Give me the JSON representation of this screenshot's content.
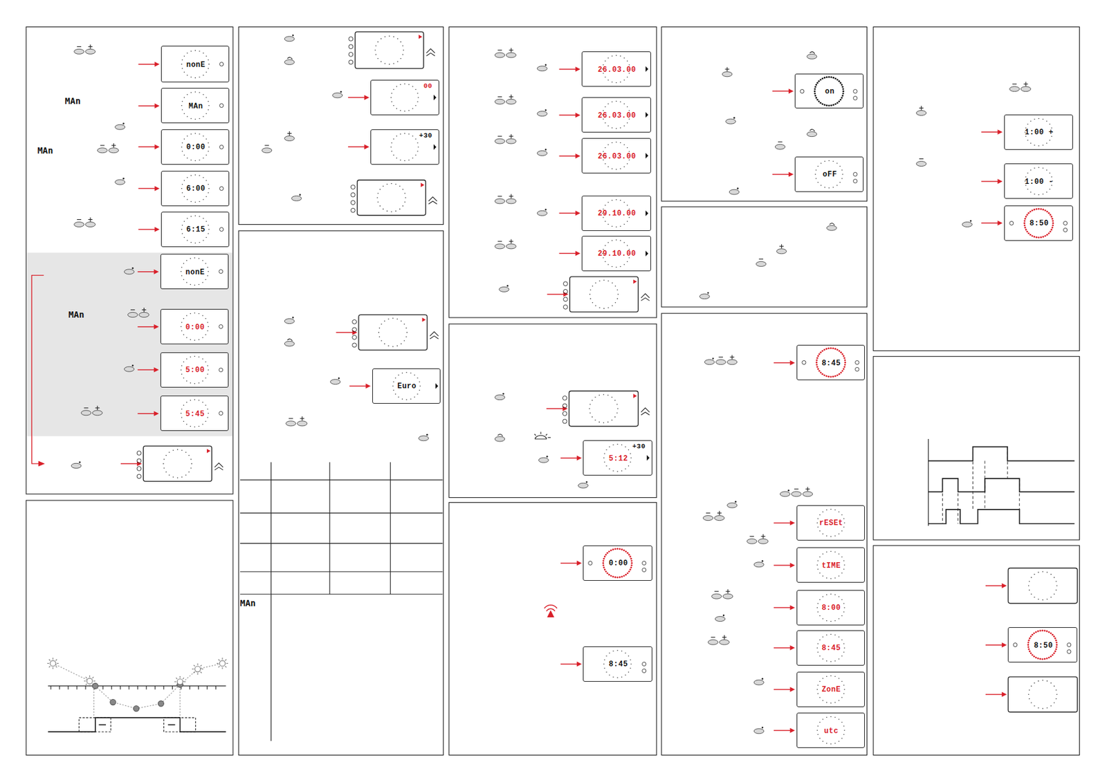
{
  "diagram": {
    "nodes": [
      {
        "text": [
          "nonE"
        ]
      },
      {
        "text": [
          "MAn"
        ]
      },
      {
        "text": [
          "0:00"
        ]
      },
      {
        "text": [
          "6:00"
        ]
      },
      {
        "text": [
          "6:15"
        ]
      },
      {
        "text": [
          "nonE"
        ]
      },
      {
        "text": [
          "0:00"
        ]
      },
      {
        "text": [
          "5:00"
        ]
      },
      {
        "text": [
          "5:45"
        ]
      },
      {
        "text": [
          "00"
        ]
      },
      {
        "text": [
          "+30"
        ]
      },
      {
        "text": [
          "Euro"
        ]
      },
      {
        "text": [
          "26.03.00"
        ]
      },
      {
        "text": [
          "26.03.00"
        ]
      },
      {
        "text": [
          "26.03.00"
        ]
      },
      {
        "text": [
          "29.10.00"
        ]
      },
      {
        "text": [
          "29.10.00"
        ]
      },
      {
        "text": [
          "+30",
          "5:12"
        ]
      },
      {
        "text": [
          "0:00"
        ]
      },
      {
        "text": [
          "8:45"
        ]
      },
      {
        "text": [
          "on"
        ]
      },
      {
        "text": [
          "oFF"
        ]
      },
      {
        "text": [
          "8:45"
        ]
      },
      {
        "text": [
          "rESEt"
        ]
      },
      {
        "text": [
          "tIME"
        ]
      },
      {
        "text": [
          "8:00"
        ]
      },
      {
        "text": [
          "8:45"
        ]
      },
      {
        "text": [
          "ZonE"
        ]
      },
      {
        "text": [
          "utc"
        ]
      },
      {
        "text": [
          "1:00 +"
        ]
      },
      {
        "text": [
          "1:00 -"
        ]
      },
      {
        "text": [
          "8:50"
        ]
      },
      {
        "text": [
          "8:50"
        ]
      }
    ],
    "labels": [
      "MAn",
      "MAn",
      "MAn",
      "MAn"
    ]
  }
}
